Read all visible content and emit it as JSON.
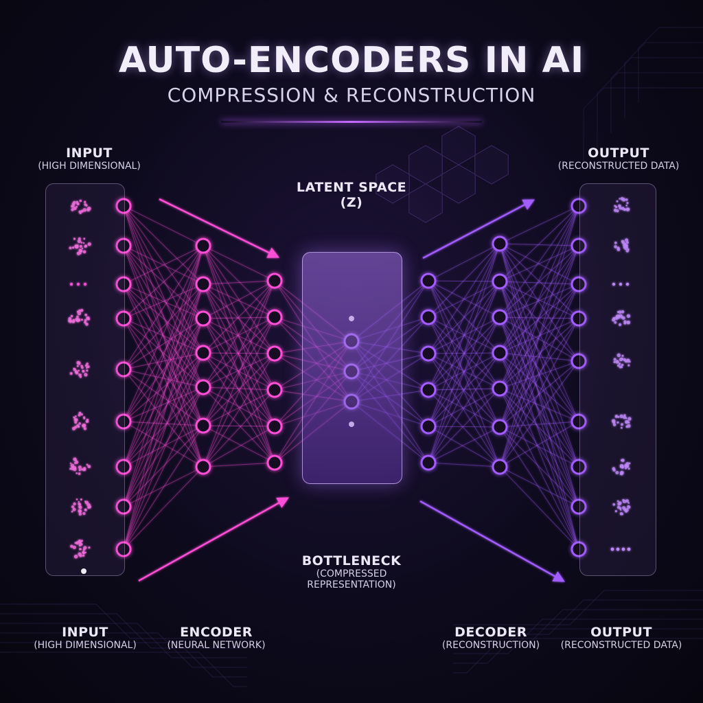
{
  "header": {
    "title": "AUTO-ENCODERS IN AI",
    "subtitle": "COMPRESSION & RECONSTRUCTION"
  },
  "labels": {
    "input_top": {
      "heading": "INPUT",
      "sub": "(HIGH DIMENSIONAL)"
    },
    "output_top": {
      "heading": "OUTPUT",
      "sub": "(RECONSTRUCTED DATA)"
    },
    "latent": {
      "heading": "LATENT SPACE",
      "sub": "(Z)"
    },
    "bottleneck": {
      "heading": "BOTTLENECK",
      "sub1": "(COMPRESSED",
      "sub2": "REPRESENTATION)"
    },
    "input_bottom": {
      "heading": "INPUT",
      "sub": "(HIGH DIMENSIONAL)"
    },
    "encoder": {
      "heading": "ENCODER",
      "sub": "(NEURAL NETWORK)"
    },
    "decoder": {
      "heading": "DECODER",
      "sub": "(RECONSTRUCTION)"
    },
    "output_bottom": {
      "heading": "OUTPUT",
      "sub": "(RECONSTRUCTED DATA)"
    }
  },
  "network": {
    "layer_sizes": [
      9,
      7,
      6,
      3,
      6,
      7,
      9
    ],
    "encoder_color": "#ff4fd8",
    "decoder_color": "#a35cff",
    "latent_color": "#b47cff"
  },
  "colors": {
    "background": "#0d0a1c",
    "text": "#ece8f6"
  }
}
